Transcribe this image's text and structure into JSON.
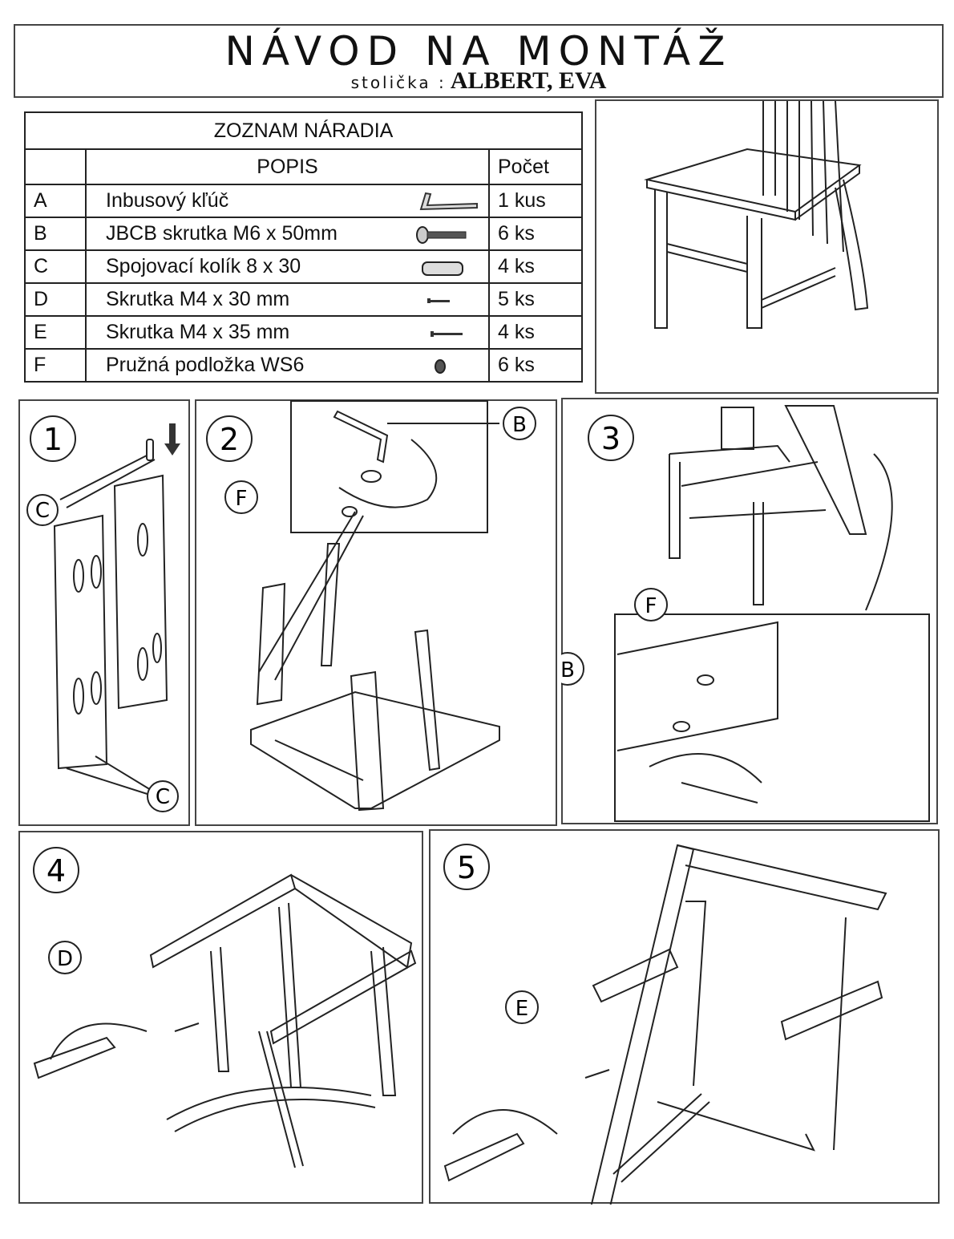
{
  "header": {
    "title": "NÁVOD NA MONTÁŽ",
    "subtitle_label": "stolička :",
    "product_name": "ALBERT, EVA"
  },
  "parts_table": {
    "title": "ZOZNAM NÁRADIA",
    "col_description": "POPIS",
    "col_count": "Počet",
    "rows": [
      {
        "id": "A",
        "description": "Inbusový kľúč",
        "icon": "allen-key-icon",
        "count": "1 kus"
      },
      {
        "id": "B",
        "description": "JBCB skrutka M6 x 50mm",
        "icon": "bolt-icon",
        "count": "6 ks"
      },
      {
        "id": "C",
        "description": "Spojovací kolík  8 x 30",
        "icon": "dowel-icon",
        "count": "4 ks"
      },
      {
        "id": "D",
        "description": "Skrutka  M4 x 30 mm",
        "icon": "screw-icon",
        "count": "5 ks"
      },
      {
        "id": "E",
        "description": "Skrutka  M4 x 35 mm",
        "icon": "screw-icon",
        "count": "4 ks"
      },
      {
        "id": "F",
        "description": "Pružná podložka WS6",
        "icon": "washer-icon",
        "count": "6 ks"
      }
    ]
  },
  "steps": [
    {
      "number": "1",
      "callouts": [
        "C",
        "C"
      ]
    },
    {
      "number": "2",
      "callouts": [
        "B",
        "F"
      ]
    },
    {
      "number": "3",
      "callouts": [
        "F",
        "B"
      ]
    },
    {
      "number": "4",
      "callouts": [
        "D"
      ]
    },
    {
      "number": "5",
      "callouts": [
        "E"
      ]
    }
  ]
}
